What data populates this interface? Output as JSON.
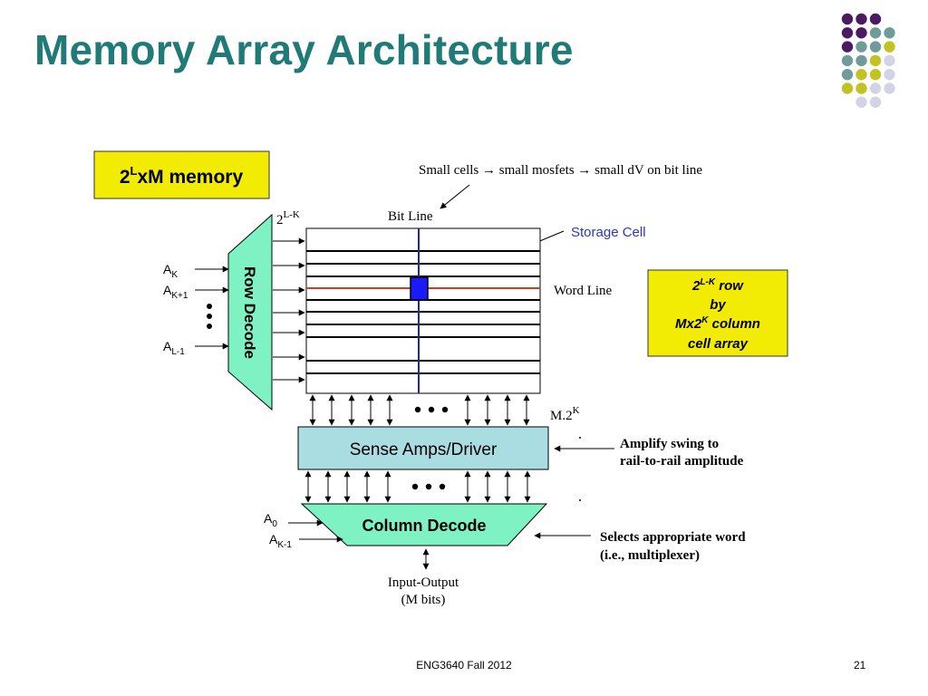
{
  "slide": {
    "title": "Memory Array Architecture",
    "footer_text": "ENG3640 Fall 2012",
    "page_number": "21"
  },
  "diagram": {
    "memory_box": {
      "base": "2",
      "sup": "L",
      "rest": "xM memory"
    },
    "row_count_label": {
      "base": "2",
      "sup": "L-K"
    },
    "bit_line_label": "Bit Line",
    "storage_cell_label": "Storage Cell",
    "word_line_label": "Word Line",
    "small_cells_note": "Small cells → small mosfets → small dV on bit line",
    "row_decode_label": "Row Decode",
    "address_inputs": [
      {
        "base": "A",
        "sub": "K"
      },
      {
        "base": "A",
        "sub": "K+1"
      },
      {
        "base": "A",
        "sub": "L-1"
      }
    ],
    "array_box": {
      "line1_base": "2",
      "line1_sup": "L-K",
      "line1_rest": " row",
      "line2": "by",
      "line3_base": "Mx2",
      "line3_sup": "K",
      "line3_rest": " column",
      "line4": "cell array"
    },
    "column_count_label": {
      "base": "M.2",
      "sup": "K"
    },
    "sense_amps_label": "Sense Amps/Driver",
    "amplify_note": [
      "Amplify swing to",
      "rail-to-rail amplitude"
    ],
    "column_decode_label": "Column Decode",
    "column_address_inputs": [
      {
        "base": "A",
        "sub": "0"
      },
      {
        "base": "A",
        "sub": "K-1"
      }
    ],
    "selects_note": [
      "Selects appropriate word",
      "(i.e., multiplexer)"
    ],
    "io_label": [
      "Input-Output",
      "(M bits)"
    ]
  },
  "colors": {
    "title": "#1f7a78",
    "dot_purple": "#4b1a63",
    "dot_teal": "#6f9c9a",
    "dot_olive": "#c2c223",
    "dot_lavender": "#d3d3e6",
    "decoder_fill": "#7ff2c4",
    "sense_fill": "#a9dde2",
    "callout_fill": "#f2ec05",
    "word_line": "#e0341c",
    "bit_line": "#1a2ca0",
    "storage_label": "#2a36c6"
  }
}
